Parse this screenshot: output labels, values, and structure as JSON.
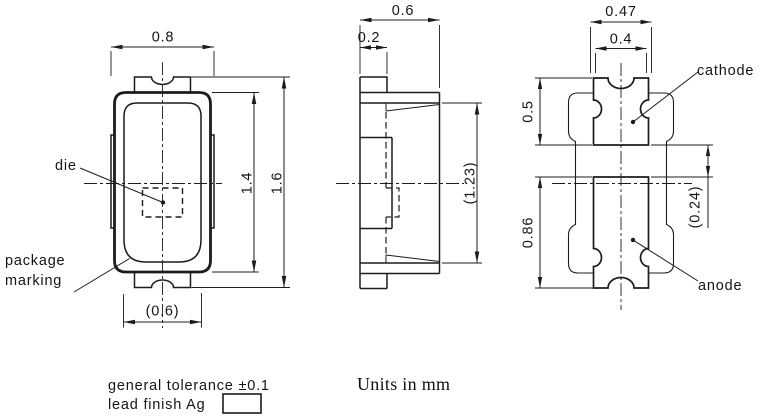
{
  "colors": {
    "ink": "#1c1c1c",
    "background": "#ffffff"
  },
  "views": {
    "top": {
      "dim_width": "0.8",
      "dim_body_length": "1.4",
      "dim_overall_length": "1.6",
      "dim_marking": "(0.6)",
      "die_label": "die",
      "marking_label_line1": "package",
      "marking_label_line2": "marking"
    },
    "side": {
      "dim_depth": "0.6",
      "dim_tab_depth": "0.2",
      "dim_height": "(1.23)"
    },
    "bottom": {
      "dim_terminal_outer": "0.47",
      "dim_terminal_inner": "0.4",
      "dim_cathode_length": "0.5",
      "dim_anode_length": "0.86",
      "dim_gap": "(0.24)",
      "cathode_label": "cathode",
      "anode_label": "anode"
    }
  },
  "notes": {
    "tolerance": "general tolerance ±0.1",
    "lead_finish": "lead finish Ag",
    "units": "Units in mm"
  }
}
